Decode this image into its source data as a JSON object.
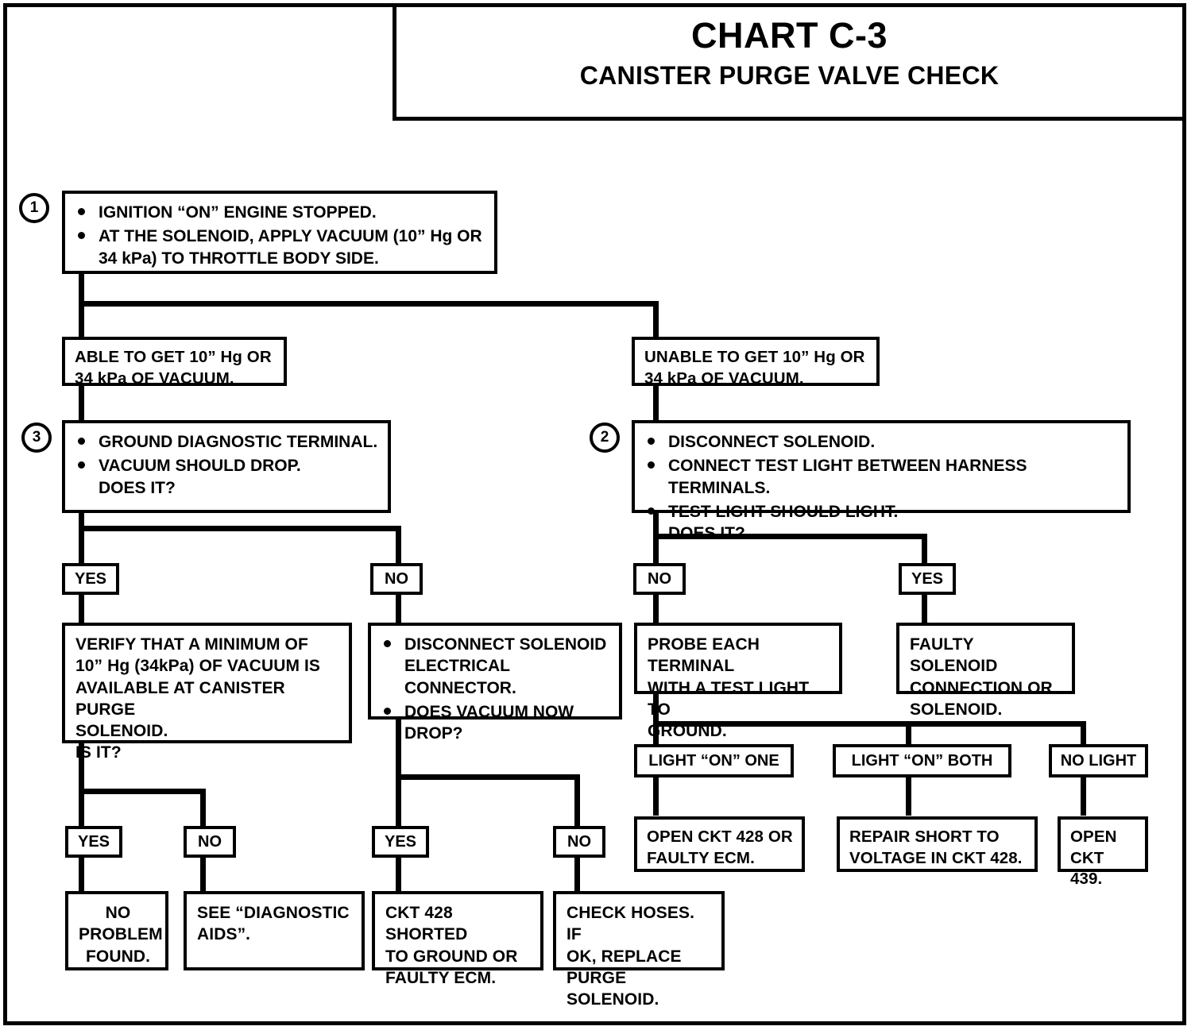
{
  "chart": {
    "title": "CHART C-3",
    "subtitle": "CANISTER PURGE VALVE CHECK"
  },
  "steps": {
    "one": "1",
    "two": "2",
    "three": "3"
  },
  "nodes": {
    "step1_b1": "IGNITION “ON” ENGINE STOPPED.",
    "step1_b2": "AT THE SOLENOID, APPLY VACUUM (10” Hg OR\n34 kPa) TO THROTTLE BODY SIDE.",
    "able": "ABLE TO GET 10” Hg OR\n34 kPa OF VACUUM.",
    "unable": "UNABLE TO GET 10” Hg OR\n34 kPa OF VACUUM.",
    "step3_b1": "GROUND DIAGNOSTIC TERMINAL.",
    "step3_b2": "VACUUM SHOULD DROP.\nDOES IT?",
    "step2_b1": "DISCONNECT SOLENOID.",
    "step2_b2": "CONNECT TEST LIGHT BETWEEN HARNESS TERMINALS.",
    "step2_b3": "TEST LIGHT SHOULD LIGHT.\nDOES IT?",
    "verify_minimum": "VERIFY THAT A MINIMUM OF\n10” Hg (34kPa) OF VACUUM IS\nAVAILABLE AT CANISTER PURGE\nSOLENOID.\nIS IT?",
    "disconnect_connector_b1": "DISCONNECT SOLENOID\nELECTRICAL CONNECTOR.",
    "disconnect_connector_b2": "DOES VACUUM NOW\nDROP?",
    "probe_each_terminal": "PROBE EACH TERMINAL\nWITH A TEST LIGHT TO\nGROUND.",
    "faulty_solenoid": "FAULTY SOLENOID\nCONNECTION OR\nSOLENOID.",
    "light_on_one": "LIGHT “ON” ONE",
    "light_on_both": "LIGHT “ON” BOTH",
    "no_light": "NO LIGHT",
    "open_ckt_428_or_faulty_ecm": "OPEN CKT 428 OR\nFAULTY ECM.",
    "repair_short": "REPAIR SHORT TO\nVOLTAGE IN CKT 428.",
    "open_ckt_439": "OPEN\nCKT 439.",
    "no_problem_found": "NO\nPROBLEM\nFOUND.",
    "see_diagnostic_aids": "SEE “DIAGNOSTIC\nAIDS”.",
    "ckt_428_shorted": "CKT 428 SHORTED\nTO GROUND OR\nFAULTY ECM.",
    "check_hoses": "CHECK HOSES. IF\nOK, REPLACE\nPURGE SOLENOID."
  },
  "tags": {
    "yes": "YES",
    "no": "NO"
  },
  "chart_data": {
    "type": "diagram",
    "title": "CHART C-3 — CANISTER PURGE VALVE CHECK",
    "flow": [
      {
        "id": "step1",
        "step": "1",
        "text": "IGNITION “ON” ENGINE STOPPED. / AT THE SOLENOID, APPLY VACUUM (10” Hg OR 34 kPa) TO THROTTLE BODY SIDE.",
        "branches": [
          "able",
          "unable"
        ]
      },
      {
        "id": "able",
        "text": "ABLE TO GET 10” Hg OR 34 kPa OF VACUUM.",
        "branches": [
          "step3"
        ]
      },
      {
        "id": "unable",
        "text": "UNABLE TO GET 10” Hg OR 34 kPa OF VACUUM.",
        "branches": [
          "step2"
        ]
      },
      {
        "id": "step3",
        "step": "3",
        "text": "GROUND DIAGNOSTIC TERMINAL. / VACUUM SHOULD DROP. DOES IT?",
        "branches": [
          {
            "label": "YES",
            "to": "verify_minimum"
          },
          {
            "label": "NO",
            "to": "disconnect_connector"
          }
        ]
      },
      {
        "id": "step2",
        "step": "2",
        "text": "DISCONNECT SOLENOID. / CONNECT TEST LIGHT BETWEEN HARNESS TERMINALS. / TEST LIGHT SHOULD LIGHT. DOES IT?",
        "branches": [
          {
            "label": "NO",
            "to": "probe_each_terminal"
          },
          {
            "label": "YES",
            "to": "faulty_solenoid"
          }
        ]
      },
      {
        "id": "verify_minimum",
        "text": "VERIFY THAT A MINIMUM OF 10” Hg (34kPa) OF VACUUM IS AVAILABLE AT CANISTER PURGE SOLENOID. IS IT?",
        "branches": [
          {
            "label": "YES",
            "to": "no_problem_found"
          },
          {
            "label": "NO",
            "to": "see_diagnostic_aids"
          }
        ]
      },
      {
        "id": "disconnect_connector",
        "text": "DISCONNECT SOLENOID ELECTRICAL CONNECTOR. / DOES VACUUM NOW DROP?",
        "branches": [
          {
            "label": "YES",
            "to": "ckt_428_shorted"
          },
          {
            "label": "NO",
            "to": "check_hoses"
          }
        ]
      },
      {
        "id": "probe_each_terminal",
        "text": "PROBE EACH TERMINAL WITH A TEST LIGHT TO GROUND.",
        "branches": [
          {
            "label": "LIGHT “ON” ONE",
            "to": "open_ckt_428_or_faulty_ecm"
          },
          {
            "label": "LIGHT “ON” BOTH",
            "to": "repair_short"
          },
          {
            "label": "NO LIGHT",
            "to": "open_ckt_439"
          }
        ]
      },
      {
        "id": "faulty_solenoid",
        "text": "FAULTY SOLENOID CONNECTION OR SOLENOID.",
        "terminal": true
      },
      {
        "id": "no_problem_found",
        "text": "NO PROBLEM FOUND.",
        "terminal": true
      },
      {
        "id": "see_diagnostic_aids",
        "text": "SEE “DIAGNOSTIC AIDS”.",
        "terminal": true
      },
      {
        "id": "ckt_428_shorted",
        "text": "CKT 428 SHORTED TO GROUND OR FAULTY ECM.",
        "terminal": true
      },
      {
        "id": "check_hoses",
        "text": "CHECK HOSES. IF OK, REPLACE PURGE SOLENOID.",
        "terminal": true
      },
      {
        "id": "open_ckt_428_or_faulty_ecm",
        "text": "OPEN CKT 428 OR FAULTY ECM.",
        "terminal": true
      },
      {
        "id": "repair_short",
        "text": "REPAIR SHORT TO VOLTAGE IN CKT 428.",
        "terminal": true
      },
      {
        "id": "open_ckt_439",
        "text": "OPEN CKT 439.",
        "terminal": true
      }
    ]
  }
}
